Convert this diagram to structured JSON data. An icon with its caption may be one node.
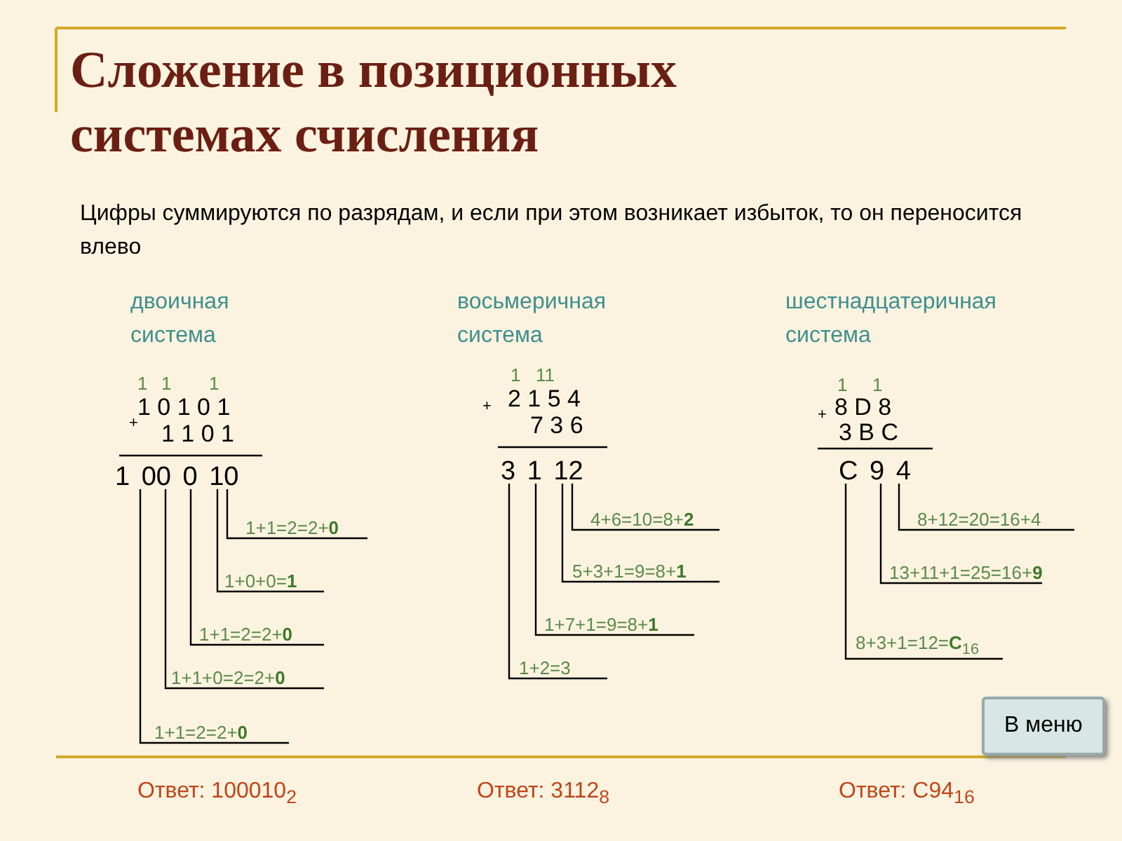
{
  "diagram": {
    "title": "Сложение в позиционных системах счисления",
    "nodes": [
      {
        "text": [
          "1 00 0 10"
        ]
      },
      {
        "text": [
          "1+1=2=2+**0**"
        ]
      },
      {
        "text": [
          "1+0+0=**1**"
        ]
      },
      {
        "text": [
          "1+1=2=2+**0**"
        ]
      },
      {
        "text": [
          "1+1+0=2=2+**0**"
        ]
      },
      {
        "text": [
          "1+1=2=2+**0**"
        ]
      },
      {
        "text": [
          "3 1 12"
        ]
      },
      {
        "text": [
          "4+6=10=8+**2**"
        ]
      },
      {
        "text": [
          "5+3+1=9=8+**1**"
        ]
      },
      {
        "text": [
          "1+7+1=9=8+**1**"
        ]
      },
      {
        "text": [
          "1+2=3"
        ]
      },
      {
        "text": [
          "C 9 4"
        ]
      },
      {
        "text": [
          "8+12=20=16+4"
        ]
      },
      {
        "text": [
          "13+11+1=25=16+**9**"
        ]
      },
      {
        "text": [
          "8+3+1=12=**C**$_{16}$"
        ]
      }
    ],
    "edges": [
      {
        "from": 1,
        "to": 0,
        "arrow": "none"
      },
      {
        "from": 2,
        "to": 0,
        "arrow": "none"
      },
      {
        "from": 3,
        "to": 0,
        "arrow": "none"
      },
      {
        "from": 4,
        "to": 0,
        "arrow": "none"
      },
      {
        "from": 5,
        "to": 0,
        "arrow": "none"
      },
      {
        "from": 7,
        "to": 6,
        "arrow": "none"
      },
      {
        "from": 8,
        "to": 6,
        "arrow": "none"
      },
      {
        "from": 9,
        "to": 6,
        "arrow": "none"
      },
      {
        "from": 10,
        "to": 6,
        "arrow": "none"
      },
      {
        "from": 12,
        "to": 11,
        "arrow": "none"
      },
      {
        "from": 13,
        "to": 11,
        "arrow": "none"
      },
      {
        "from": 14,
        "to": 11,
        "arrow": "none"
      }
    ],
    "labels": [
      "Цифры суммируются по разрядам, и если при этом возникает избыток, то он переносится влево",
      "двоичная система",
      "восьмеричная система",
      "шестнадцатеричная система",
      "1",
      "1",
      "1",
      "1 0 1 0 1",
      "+",
      "1 1 0 1",
      "1",
      "11",
      "+",
      "2 1 5 4",
      "7 3 6",
      "1",
      "1",
      "+",
      "8 D 8",
      "3 B C",
      "В меню",
      "Ответ: 100010$_{2}$",
      "Ответ: 3112$_{8}$",
      "Ответ: C94$_{16}$"
    ]
  }
}
